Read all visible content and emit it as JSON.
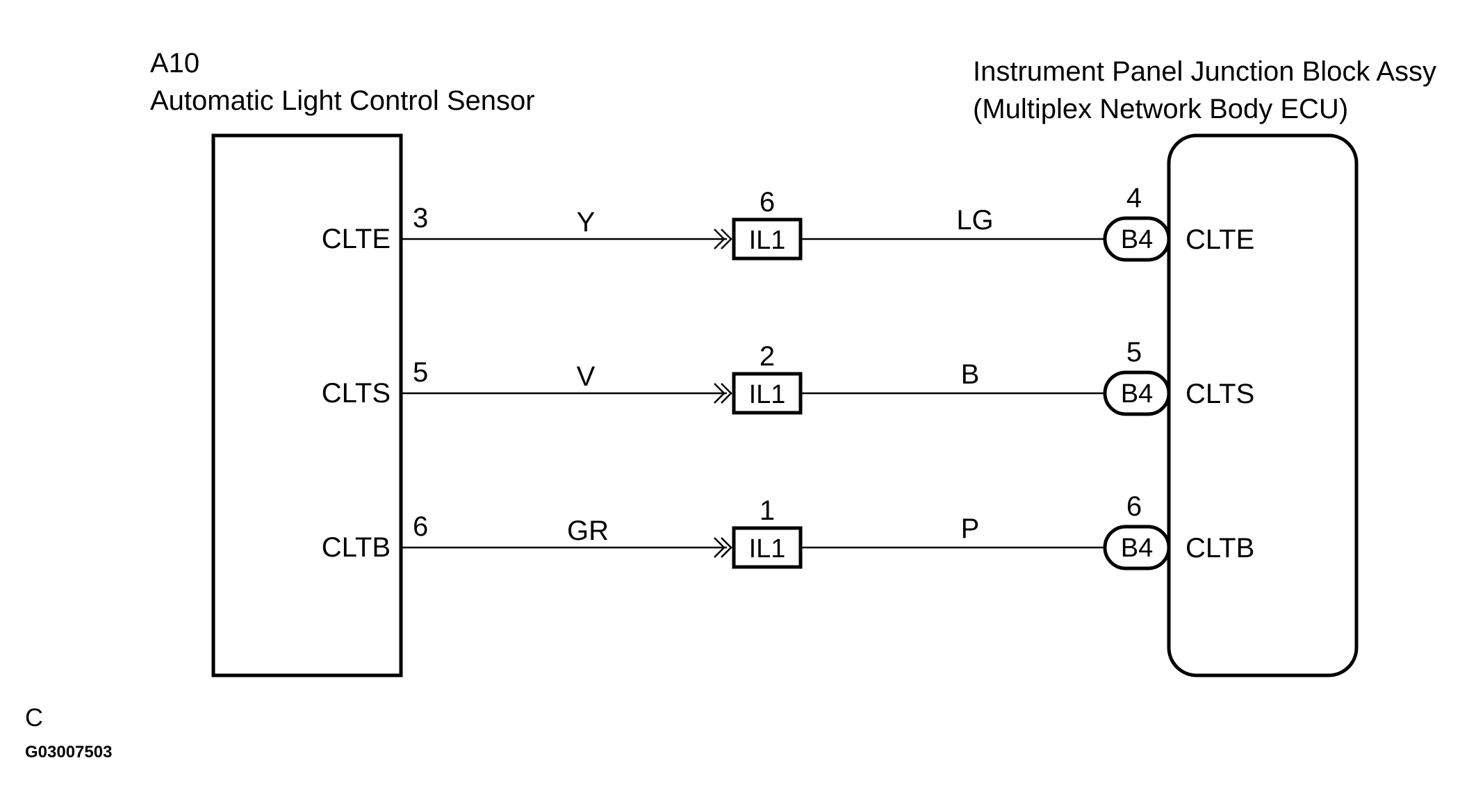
{
  "left_component": {
    "code": "A10",
    "name": "Automatic Light Control Sensor"
  },
  "right_component": {
    "line1": "Instrument Panel Junction Block Assy",
    "line2": "(Multiplex Network Body ECU)"
  },
  "circuits": [
    {
      "left_terminal": "CLTE",
      "left_pin": "3",
      "left_wire_color": "Y",
      "junction_pin": "6",
      "junction_connector": "IL1",
      "right_wire_color": "LG",
      "right_pin": "4",
      "right_connector": "B4",
      "right_terminal": "CLTE"
    },
    {
      "left_terminal": "CLTS",
      "left_pin": "5",
      "left_wire_color": "V",
      "junction_pin": "2",
      "junction_connector": "IL1",
      "right_wire_color": "B",
      "right_pin": "5",
      "right_connector": "B4",
      "right_terminal": "CLTS"
    },
    {
      "left_terminal": "CLTB",
      "left_pin": "6",
      "left_wire_color": "GR",
      "junction_pin": "1",
      "junction_connector": "IL1",
      "right_wire_color": "P",
      "right_pin": "6",
      "right_connector": "B4",
      "right_terminal": "CLTB"
    }
  ],
  "footer": {
    "letter": "C",
    "figure_id": "G03007503"
  },
  "colors": {
    "line": "#000000",
    "background": "#ffffff"
  }
}
